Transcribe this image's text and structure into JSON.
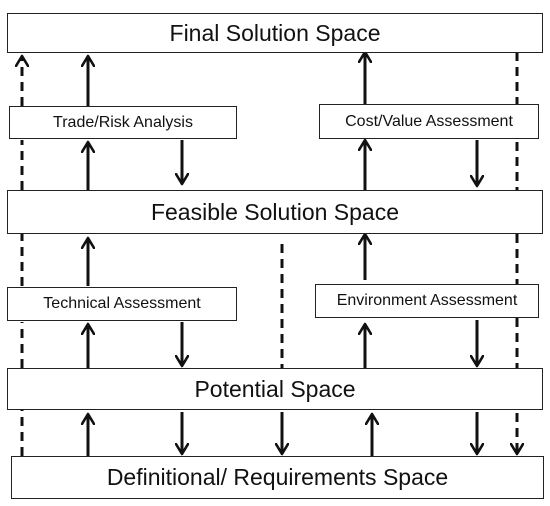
{
  "diagram": {
    "spaces": {
      "final": "Final Solution Space",
      "feasible": "Feasible Solution Space",
      "potential": "Potential Space",
      "definitional": "Definitional/ Requirements Space"
    },
    "assessments": {
      "trade_risk": "Trade/Risk Analysis",
      "cost_value": "Cost/Value Assessment",
      "technical": "Technical Assessment",
      "environment": "Environment Assessment"
    },
    "colors": {
      "line": "#111111",
      "box_border": "#222222",
      "background": "#ffffff"
    }
  }
}
